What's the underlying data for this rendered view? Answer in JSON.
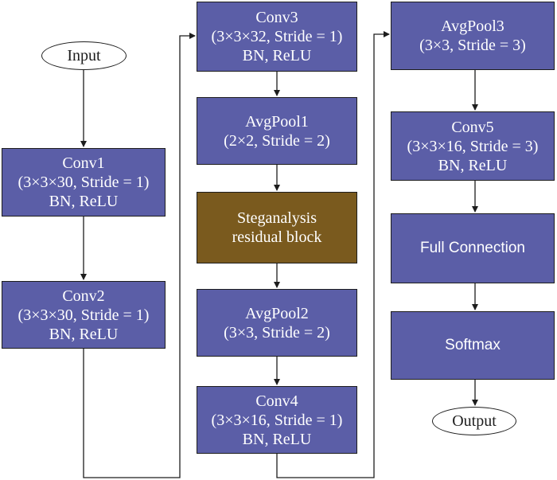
{
  "colors": {
    "layer_box": "#5b5ea7",
    "residual_box": "#7a5a1e",
    "box_text": "#ffffff",
    "line": "#1d1d1d"
  },
  "terminals": {
    "input": "Input",
    "output": "Output"
  },
  "nodes": {
    "conv1": {
      "title": "Conv1",
      "params": "(3×3×30, Stride = 1)",
      "extra": "BN, ReLU"
    },
    "conv2": {
      "title": "Conv2",
      "params": "(3×3×30, Stride = 1)",
      "extra": "BN, ReLU"
    },
    "conv3": {
      "title": "Conv3",
      "params": "(3×3×32, Stride = 1)",
      "extra": "BN, ReLU"
    },
    "avgpool1": {
      "title": "AvgPool1",
      "params": "(2×2, Stride = 2)"
    },
    "residual": {
      "line1": "Steganalysis",
      "line2": "residual block"
    },
    "avgpool2": {
      "title": "AvgPool2",
      "params": "(3×3, Stride = 2)"
    },
    "conv4": {
      "title": "Conv4",
      "params": "(3×3×16, Stride = 1)",
      "extra": "BN, ReLU"
    },
    "avgpool3": {
      "title": "AvgPool3",
      "params": "(3×3, Stride = 3)"
    },
    "conv5": {
      "title": "Conv5",
      "params": "(3×3×16, Stride = 3)",
      "extra": "BN, ReLU"
    },
    "fc": {
      "label": "Full Connection"
    },
    "softmax": {
      "label": "Softmax"
    }
  }
}
